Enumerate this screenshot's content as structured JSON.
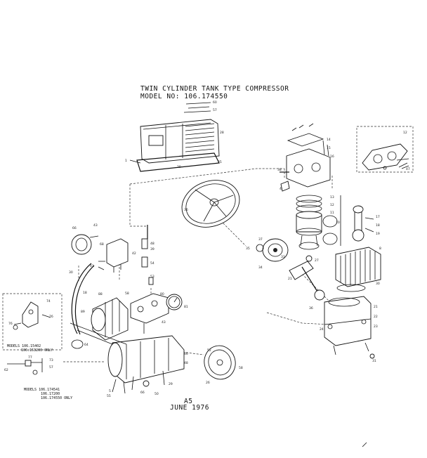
{
  "diagram": {
    "title_line_1": "TWIN CYLINDER TANK TYPE COMPRESSOR",
    "title_line_2": "MODEL NO: 106.174550",
    "page_label": "A5",
    "date_label": "JUNE 1976",
    "inset_note_1_line_1": "MODELS 106.15402",
    "inset_note_1_line_2": "106.153200 ONLY",
    "inset_note_2_line_1": "MODELS 106.174541",
    "inset_note_2_line_2": "106.17200",
    "inset_note_2_line_3": "106.174550 ONLY"
  }
}
